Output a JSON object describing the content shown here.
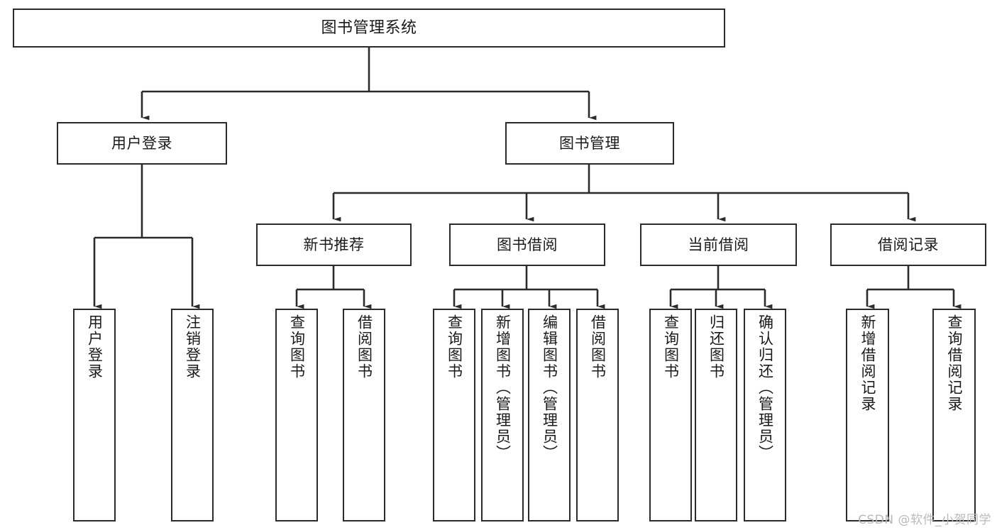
{
  "diagram": {
    "type": "tree-hierarchy-chart",
    "title": "图书管理系统",
    "orientation": "top-down",
    "colors": {
      "box_border": "#2b2b2b",
      "box_fill": "#ffffff",
      "connector": "#2b2b2b",
      "text": "#1a1a1a",
      "background": "#ffffff",
      "watermark": "#b9b9b9"
    },
    "root": {
      "label": "图书管理系统"
    },
    "level2": [
      {
        "label": "用户登录"
      },
      {
        "label": "图书管理"
      }
    ],
    "level3": [
      {
        "label": "新书推荐"
      },
      {
        "label": "图书借阅"
      },
      {
        "label": "当前借阅"
      },
      {
        "label": "借阅记录"
      }
    ],
    "leaves": {
      "user_login": [
        {
          "label": "用户登录"
        },
        {
          "label": "注销登录"
        }
      ],
      "new_book_recommend": [
        {
          "label": "查询图书"
        },
        {
          "label": "借阅图书"
        }
      ],
      "book_borrow": [
        {
          "label": "查询图书"
        },
        {
          "label": "新增图书（管理员）"
        },
        {
          "label": "编辑图书（管理员）"
        },
        {
          "label": "借阅图书"
        }
      ],
      "current_borrow": [
        {
          "label": "查询图书"
        },
        {
          "label": "归还图书"
        },
        {
          "label": "确认归还（管理员）"
        }
      ],
      "borrow_record": [
        {
          "label": "新增借阅记录"
        },
        {
          "label": "查询借阅记录"
        }
      ]
    }
  },
  "watermark": {
    "text": "CSDN @软件_小贺同学"
  }
}
